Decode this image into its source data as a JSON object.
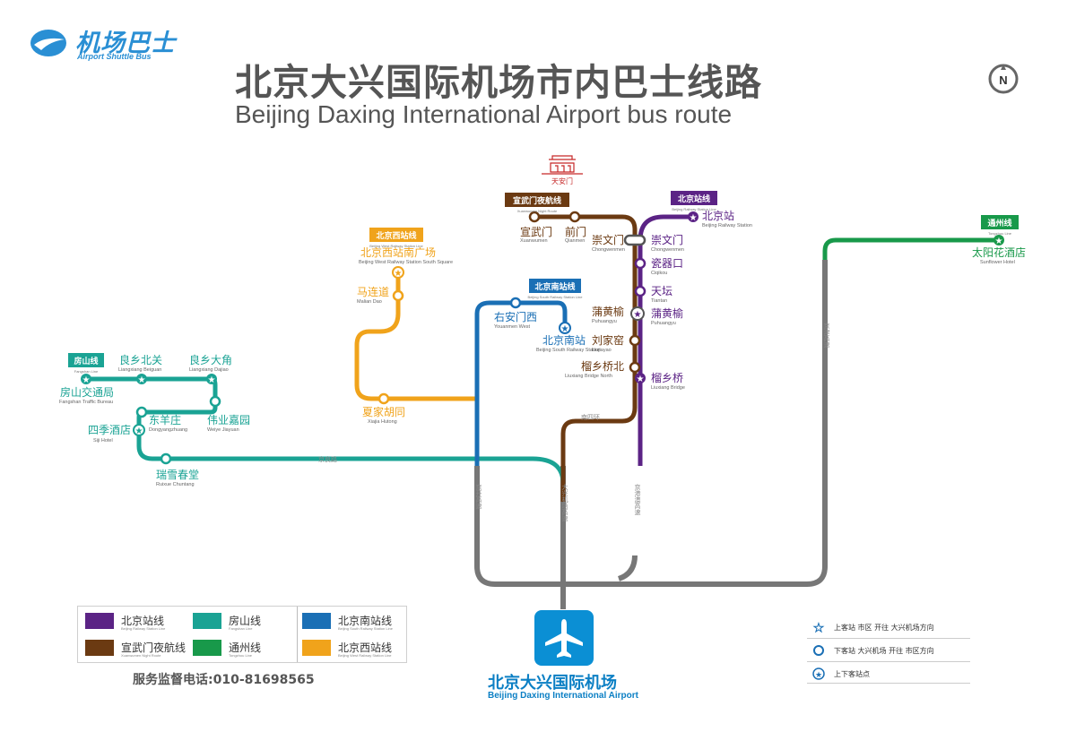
{
  "header": {
    "brand_cn": "机场巴士",
    "brand_en": "Airport Shuttle Bus",
    "title_cn": "北京大兴国际机场市内巴士线路",
    "title_en": "Beijing Daxing International Airport bus route",
    "compass": "N"
  },
  "landmark": {
    "name": "天安门",
    "icon": "tiananmen-icon"
  },
  "colors": {
    "beijing_station": "#5b2385",
    "xuanwumen_night": "#6b3a12",
    "fangshan": "#1aa394",
    "tongzhou": "#18994a",
    "beijing_south": "#1a6fb5",
    "beijing_west": "#f0a31b",
    "trunk": "#777777",
    "brand_blue": "#2a8fd4"
  },
  "lines": {
    "beijing_station": {
      "name": "北京站线",
      "en": "Beijing Railway Station Line"
    },
    "xuanwumen_night": {
      "name": "宣武门夜航线",
      "en": "Xuanwumen Night Route"
    },
    "fangshan": {
      "name": "房山线",
      "en": "Fangshan Line"
    },
    "tongzhou": {
      "name": "通州线",
      "en": "Tongzhou Line"
    },
    "beijing_south": {
      "name": "北京南站线",
      "en": "Beijing South Railway Station Line"
    },
    "beijing_west": {
      "name": "北京西站线",
      "en": "Beijing West Railway Station Line"
    }
  },
  "stations": {
    "beijingzhan": {
      "cn": "北京站",
      "en": "Beijing Railway Station"
    },
    "chongwenmen_e": {
      "cn": "崇文门",
      "en": "Chongwenmen"
    },
    "chongwenmen_w": {
      "cn": "崇文门",
      "en": "Chongwenmen"
    },
    "ciqikou": {
      "cn": "瓷器口",
      "en": "Ciqikou"
    },
    "tiantan": {
      "cn": "天坛",
      "en": "Tiantan"
    },
    "puhuangyu_e": {
      "cn": "蒲黄榆",
      "en": "Puhuangyu"
    },
    "puhuangyu_w": {
      "cn": "蒲黄榆",
      "en": "Puhuangyu"
    },
    "liujiayao": {
      "cn": "刘家窑",
      "en": "Liujiayao"
    },
    "liuxiangqiao_n": {
      "cn": "榴乡桥北",
      "en": "Liuxiang Bridge North"
    },
    "liuxiangqiao": {
      "cn": "榴乡桥",
      "en": "Liuxiang Bridge"
    },
    "xuanwumen": {
      "cn": "宣武门",
      "en": "Xuanwumen"
    },
    "qianmen": {
      "cn": "前门",
      "en": "Qianmen"
    },
    "youanmenxi": {
      "cn": "右安门西",
      "en": "Youanmen West"
    },
    "beijingnan": {
      "cn": "北京南站",
      "en": "Beijing South Railway Station"
    },
    "beijingxi": {
      "cn": "北京西站南广场",
      "en": "Beijing West Railway Station South Square"
    },
    "malian": {
      "cn": "马连道",
      "en": "Malian Dao"
    },
    "xiaojia": {
      "cn": "夏家胡同",
      "en": "Xiajia Hutong"
    },
    "liangxiangbeiguan": {
      "cn": "良乡北关",
      "en": "Liangxiang Beiguan"
    },
    "liangxiangdajiao": {
      "cn": "良乡大角",
      "en": "Liangxiang Dajiao"
    },
    "fangshanjiaotong": {
      "cn": "房山交通局",
      "en": "Fangshan Traffic Bureau"
    },
    "dongyangzhuang": {
      "cn": "东羊庄",
      "en": "Dongyangzhuang"
    },
    "weiyejiayuan": {
      "cn": "伟业嘉园",
      "en": "Weiye Jiayuan"
    },
    "sijijiudian": {
      "cn": "四季酒店",
      "en": "Siji Hotel"
    },
    "ruixuechunchang": {
      "cn": "瑞雪春堂",
      "en": "Ruixue Chuntang"
    },
    "taiyanghua": {
      "cn": "太阳花酒店",
      "en": "Sunflower Hotel"
    }
  },
  "road_labels": {
    "jinghai": "京开高速",
    "daxing_airport": "大兴机场高速",
    "jinggang": "京港澳高速",
    "tongzhou_road": "京津高速",
    "fangshan_road": "京良路",
    "nansihuan": "南四环"
  },
  "airport": {
    "cn": "北京大兴国际机场",
    "en": "Beijing Daxing International Airport",
    "icon": "airplane-icon"
  },
  "legend": [
    {
      "cn": "北京站线",
      "en": "Beijing Railway Station Line",
      "color": "#5b2385"
    },
    {
      "cn": "房山线",
      "en": "Fangshan Line",
      "color": "#1aa394"
    },
    {
      "cn": "北京南站线",
      "en": "Beijing South Railway Station Line",
      "color": "#1a6fb5"
    },
    {
      "cn": "宣武门夜航线",
      "en": "Xuanwumen Night Route",
      "color": "#6b3a12"
    },
    {
      "cn": "通州线",
      "en": "Tongzhou Line",
      "color": "#18994a"
    },
    {
      "cn": "北京西站线",
      "en": "Beijing West Railway Station Line",
      "color": "#f0a31b"
    }
  ],
  "hotline": "服务监督电话:010-81698565",
  "symbol_key": [
    {
      "icon": "star-icon",
      "text": "上客站  市区  开往  大兴机场方向"
    },
    {
      "icon": "circle-icon",
      "text": "下客站  大兴机场  开往  市区方向"
    },
    {
      "icon": "pickup-dropoff-icon",
      "text": "上下客站点"
    }
  ]
}
